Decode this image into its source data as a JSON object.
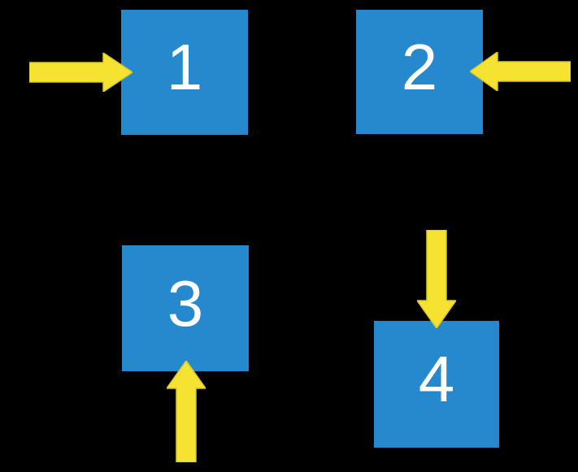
{
  "diagram": {
    "type": "slide-diagram",
    "background": "#000000",
    "colors": {
      "box_fill": "#2789cd",
      "arrow_fill": "#f5e231",
      "arrow_edge": "#d9c72f",
      "label_color": "#ffffff"
    },
    "boxes": [
      {
        "label": "1",
        "arrow": {
          "direction": "right",
          "points_at": "left side of box 1"
        }
      },
      {
        "label": "2",
        "arrow": {
          "direction": "left",
          "points_at": "right side of box 2"
        }
      },
      {
        "label": "3",
        "arrow": {
          "direction": "up",
          "points_at": "bottom side of box 3"
        }
      },
      {
        "label": "4",
        "arrow": {
          "direction": "down",
          "points_at": "top side of box 4"
        }
      }
    ]
  }
}
